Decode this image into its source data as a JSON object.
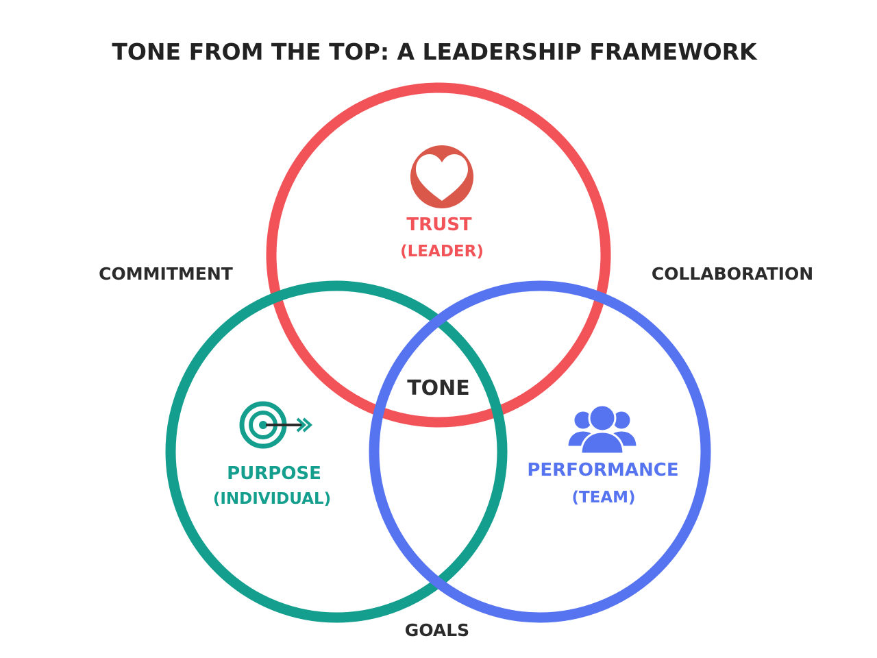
{
  "title": "TONE FROM THE TOP: A LEADERSHIP FRAMEWORK",
  "colors": {
    "trust": "#f25358",
    "purpose": "#139e8e",
    "performance": "#5674f0",
    "text": "#2b2b2b",
    "trust_icon_bg": "#d9584a"
  },
  "circles": {
    "trust": {
      "icon": "heart-icon",
      "label": "TRUST",
      "sublabel": "(LEADER)"
    },
    "purpose": {
      "icon": "target-arrow-icon",
      "label": "PURPOSE",
      "sublabel": "(INDIVIDUAL)"
    },
    "performance": {
      "icon": "team-people-icon",
      "label": "PERFORMANCE",
      "sublabel": "(TEAM)"
    }
  },
  "intersections": {
    "trust_purpose": "COMMITMENT",
    "trust_performance": "COLLABORATION",
    "purpose_performance": "GOALS",
    "center": "TONE"
  }
}
